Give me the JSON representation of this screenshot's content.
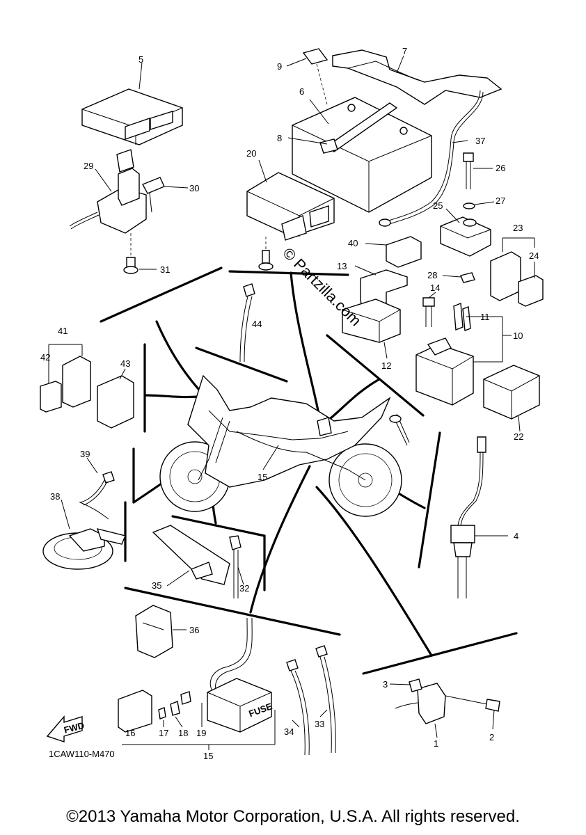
{
  "diagram": {
    "callouts": [
      {
        "id": "1",
        "label": "1"
      },
      {
        "id": "2",
        "label": "2"
      },
      {
        "id": "3",
        "label": "3"
      },
      {
        "id": "4",
        "label": "4"
      },
      {
        "id": "5",
        "label": "5"
      },
      {
        "id": "6",
        "label": "6"
      },
      {
        "id": "7",
        "label": "7"
      },
      {
        "id": "8",
        "label": "8"
      },
      {
        "id": "9",
        "label": "9"
      },
      {
        "id": "10",
        "label": "10"
      },
      {
        "id": "11",
        "label": "11"
      },
      {
        "id": "12",
        "label": "12"
      },
      {
        "id": "13",
        "label": "13"
      },
      {
        "id": "14",
        "label": "14"
      },
      {
        "id": "15a",
        "label": "15"
      },
      {
        "id": "15b",
        "label": "15"
      },
      {
        "id": "16",
        "label": "16"
      },
      {
        "id": "17",
        "label": "17"
      },
      {
        "id": "18",
        "label": "18"
      },
      {
        "id": "19",
        "label": "19"
      },
      {
        "id": "20",
        "label": "20"
      },
      {
        "id": "22",
        "label": "22"
      },
      {
        "id": "23",
        "label": "23"
      },
      {
        "id": "24",
        "label": "24"
      },
      {
        "id": "25",
        "label": "25"
      },
      {
        "id": "26",
        "label": "26"
      },
      {
        "id": "27",
        "label": "27"
      },
      {
        "id": "28",
        "label": "28"
      },
      {
        "id": "29",
        "label": "29"
      },
      {
        "id": "30",
        "label": "30"
      },
      {
        "id": "31",
        "label": "31"
      },
      {
        "id": "32",
        "label": "32"
      },
      {
        "id": "33",
        "label": "33"
      },
      {
        "id": "34",
        "label": "34"
      },
      {
        "id": "35",
        "label": "35"
      },
      {
        "id": "36",
        "label": "36"
      },
      {
        "id": "37",
        "label": "37"
      },
      {
        "id": "38",
        "label": "38"
      },
      {
        "id": "39",
        "label": "39"
      },
      {
        "id": "40",
        "label": "40"
      },
      {
        "id": "41",
        "label": "41"
      },
      {
        "id": "42",
        "label": "42"
      },
      {
        "id": "43",
        "label": "43"
      },
      {
        "id": "44",
        "label": "44"
      }
    ],
    "fwd_label": "FWD",
    "fuse_label": "FUSE",
    "diagram_code": "1CAW110-M470",
    "watermark": "© Partzilla.com",
    "copyright": "©2013 Yamaha Motor Corporation, U.S.A. All rights reserved."
  }
}
